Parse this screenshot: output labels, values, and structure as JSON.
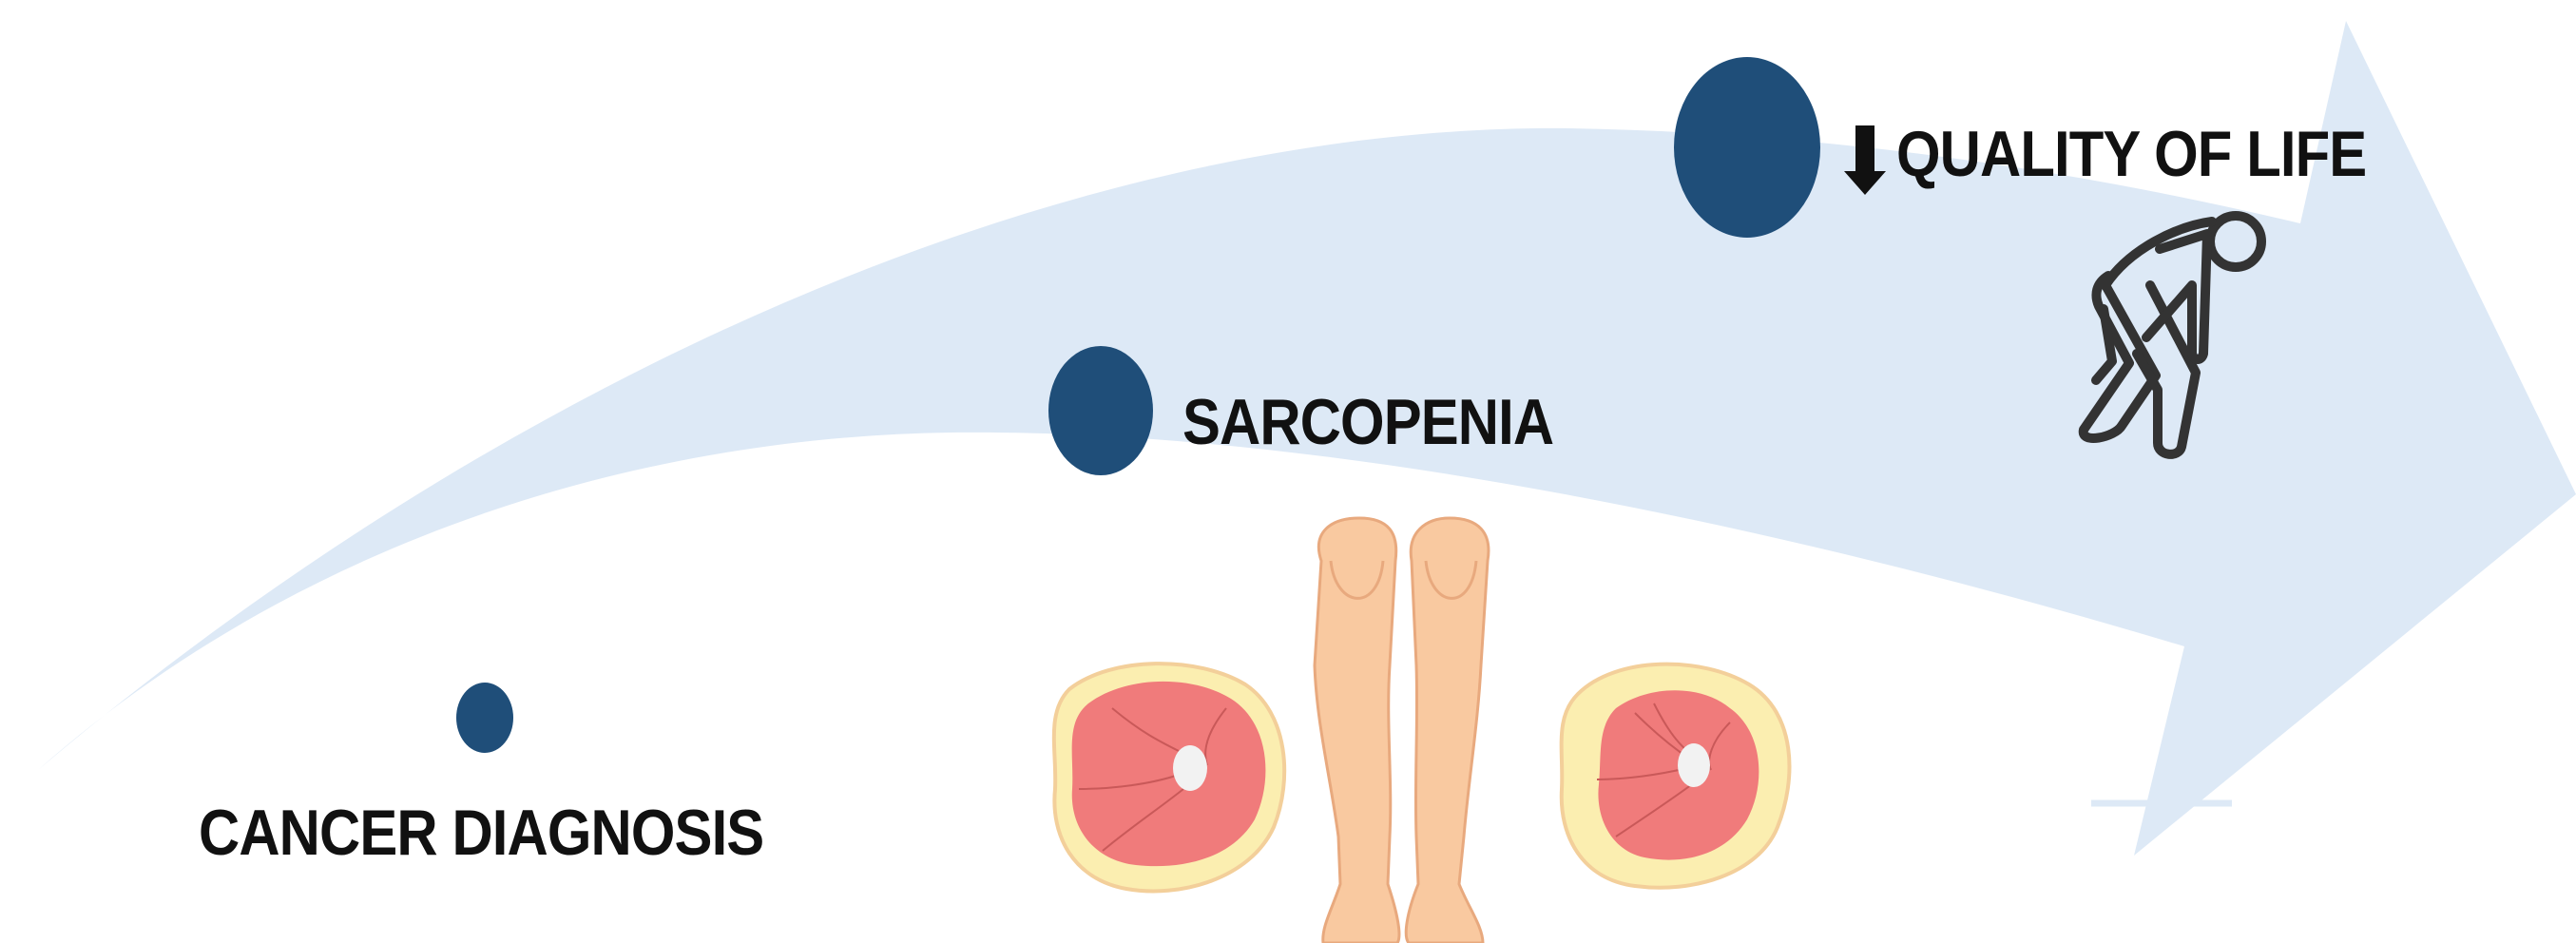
{
  "colors": {
    "arrow": "#dde9f6",
    "milestone": "#1f4e79",
    "text": "#111111",
    "skin": "#f9c9a0",
    "muscle": "#f07b7b",
    "fat": "#fbeeb0",
    "bone": "#f2f2f2",
    "figure_stroke": "#333333"
  },
  "milestones": [
    {
      "id": "cancer",
      "label": "CANCER DIAGNOSIS"
    },
    {
      "id": "sarcopenia",
      "label": "SARCOPENIA"
    },
    {
      "id": "qol",
      "label": "QUALITY OF LIFE",
      "indicator": "down-arrow"
    }
  ],
  "icons": [
    "progression-arrow",
    "legs-icon",
    "thigh-cross-section-icon",
    "frail-person-icon",
    "down-arrow-icon"
  ]
}
